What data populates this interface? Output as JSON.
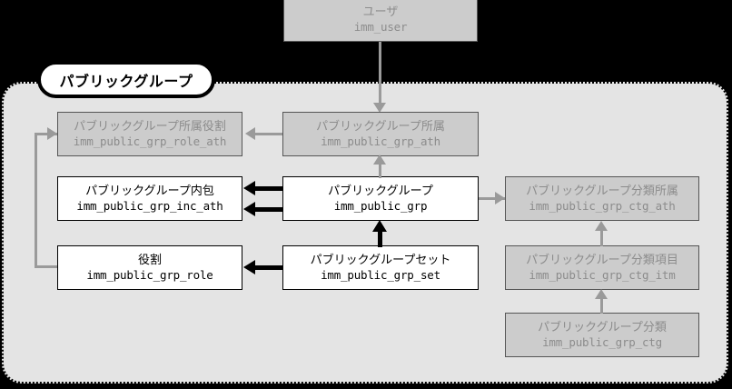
{
  "diagram": {
    "title_pill": "パブリックグループ",
    "colors": {
      "canvas": "#000000",
      "panel_fill": "#e4e4e4",
      "panel_border": "#000000",
      "active_node_fill": "#ffffff",
      "muted_node_fill": "#cccccc",
      "muted_node_text": "#8c8c8c",
      "active_edge": "#000000",
      "muted_edge": "#9a9a9a"
    },
    "nodes": {
      "user": {
        "jp": "ユーザ",
        "code": "imm_user",
        "state": "muted"
      },
      "grp_ath": {
        "jp": "パブリックグループ所属",
        "code": "imm_public_grp_ath",
        "state": "muted"
      },
      "grp_role_ath": {
        "jp": "パブリックグループ所属役割",
        "code": "imm_public_grp_role_ath",
        "state": "muted"
      },
      "grp_inc_ath": {
        "jp": "パブリックグループ内包",
        "code": "imm_public_grp_inc_ath",
        "state": "active"
      },
      "grp": {
        "jp": "パブリックグループ",
        "code": "imm_public_grp",
        "state": "active"
      },
      "grp_role": {
        "jp": "役割",
        "code": "imm_public_grp_role",
        "state": "active"
      },
      "grp_set": {
        "jp": "パブリックグループセット",
        "code": "imm_public_grp_set",
        "state": "active"
      },
      "grp_ctg_ath": {
        "jp": "パブリックグループ分類所属",
        "code": "imm_public_grp_ctg_ath",
        "state": "muted"
      },
      "grp_ctg_itm": {
        "jp": "パブリックグループ分類項目",
        "code": "imm_public_grp_ctg_itm",
        "state": "muted"
      },
      "grp_ctg": {
        "jp": "パブリックグループ分類",
        "code": "imm_public_grp_ctg",
        "state": "muted"
      }
    }
  }
}
